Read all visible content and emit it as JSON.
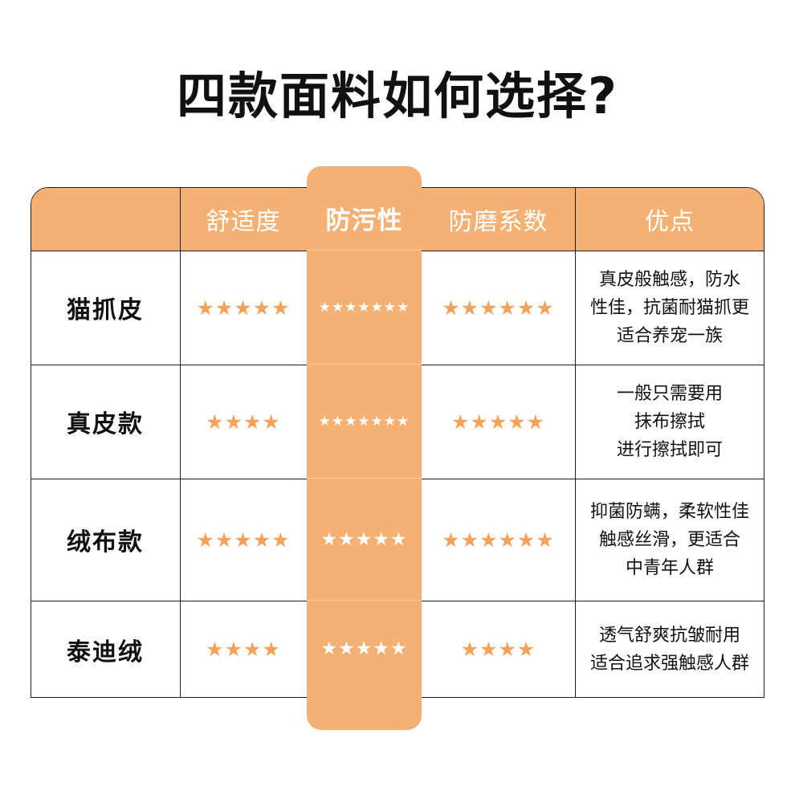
{
  "title": "四款面料如何选择?",
  "colors": {
    "accent": "#f4b173",
    "star_orange": "#f4a25a",
    "star_white": "#ffffff",
    "border": "#1e1e1e",
    "text": "#111111"
  },
  "table": {
    "headers": [
      "",
      "舒适度",
      "防污性",
      "防磨系数",
      "优点"
    ],
    "rows": [
      {
        "name": "猫抓皮",
        "comfort": 5,
        "stain": 7,
        "wear": 6,
        "advantage": "真皮般触感，防水\n性佳，抗菌耐猫抓更\n适合养宠一族"
      },
      {
        "name": "真皮款",
        "comfort": 4,
        "stain": 7,
        "wear": 5,
        "advantage": "一般只需要用\n抹布擦拭\n进行擦拭即可"
      },
      {
        "name": "绒布款",
        "comfort": 5,
        "stain": 5,
        "wear": 6,
        "advantage": "抑菌防螨，柔软性佳\n触感丝滑，更适合\n中青年人群"
      },
      {
        "name": "泰迪绒",
        "comfort": 4,
        "stain": 5,
        "wear": 4,
        "advantage": "透气舒爽抗皱耐用\n适合追求强触感人群"
      }
    ]
  }
}
